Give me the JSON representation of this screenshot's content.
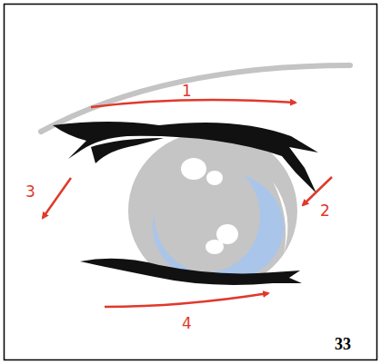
{
  "diagram": {
    "labels": [
      "1",
      "2",
      "3",
      "4",
      "33"
    ]
  }
}
